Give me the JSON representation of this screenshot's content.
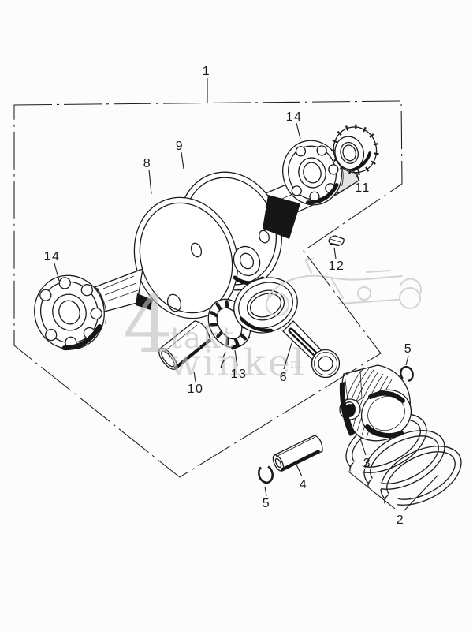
{
  "watermark": {
    "big4": "4",
    "word1": "takt",
    "word2": "winkel",
    "suffix": "nl"
  },
  "labels": [
    {
      "text": "1"
    },
    {
      "text": "8"
    },
    {
      "text": "9"
    },
    {
      "text": "14"
    },
    {
      "text": "11"
    },
    {
      "text": "12"
    },
    {
      "text": "14"
    },
    {
      "text": "10"
    },
    {
      "text": "7"
    },
    {
      "text": "13"
    },
    {
      "text": "6"
    },
    {
      "text": "3"
    },
    {
      "text": "5"
    },
    {
      "text": "2"
    },
    {
      "text": "4"
    },
    {
      "text": "5"
    }
  ],
  "colors": {
    "ink": "#1b1b1b",
    "watermark": "#bfbfbf",
    "sketch": "#d3d3d3",
    "background": "#fcfcfc"
  }
}
